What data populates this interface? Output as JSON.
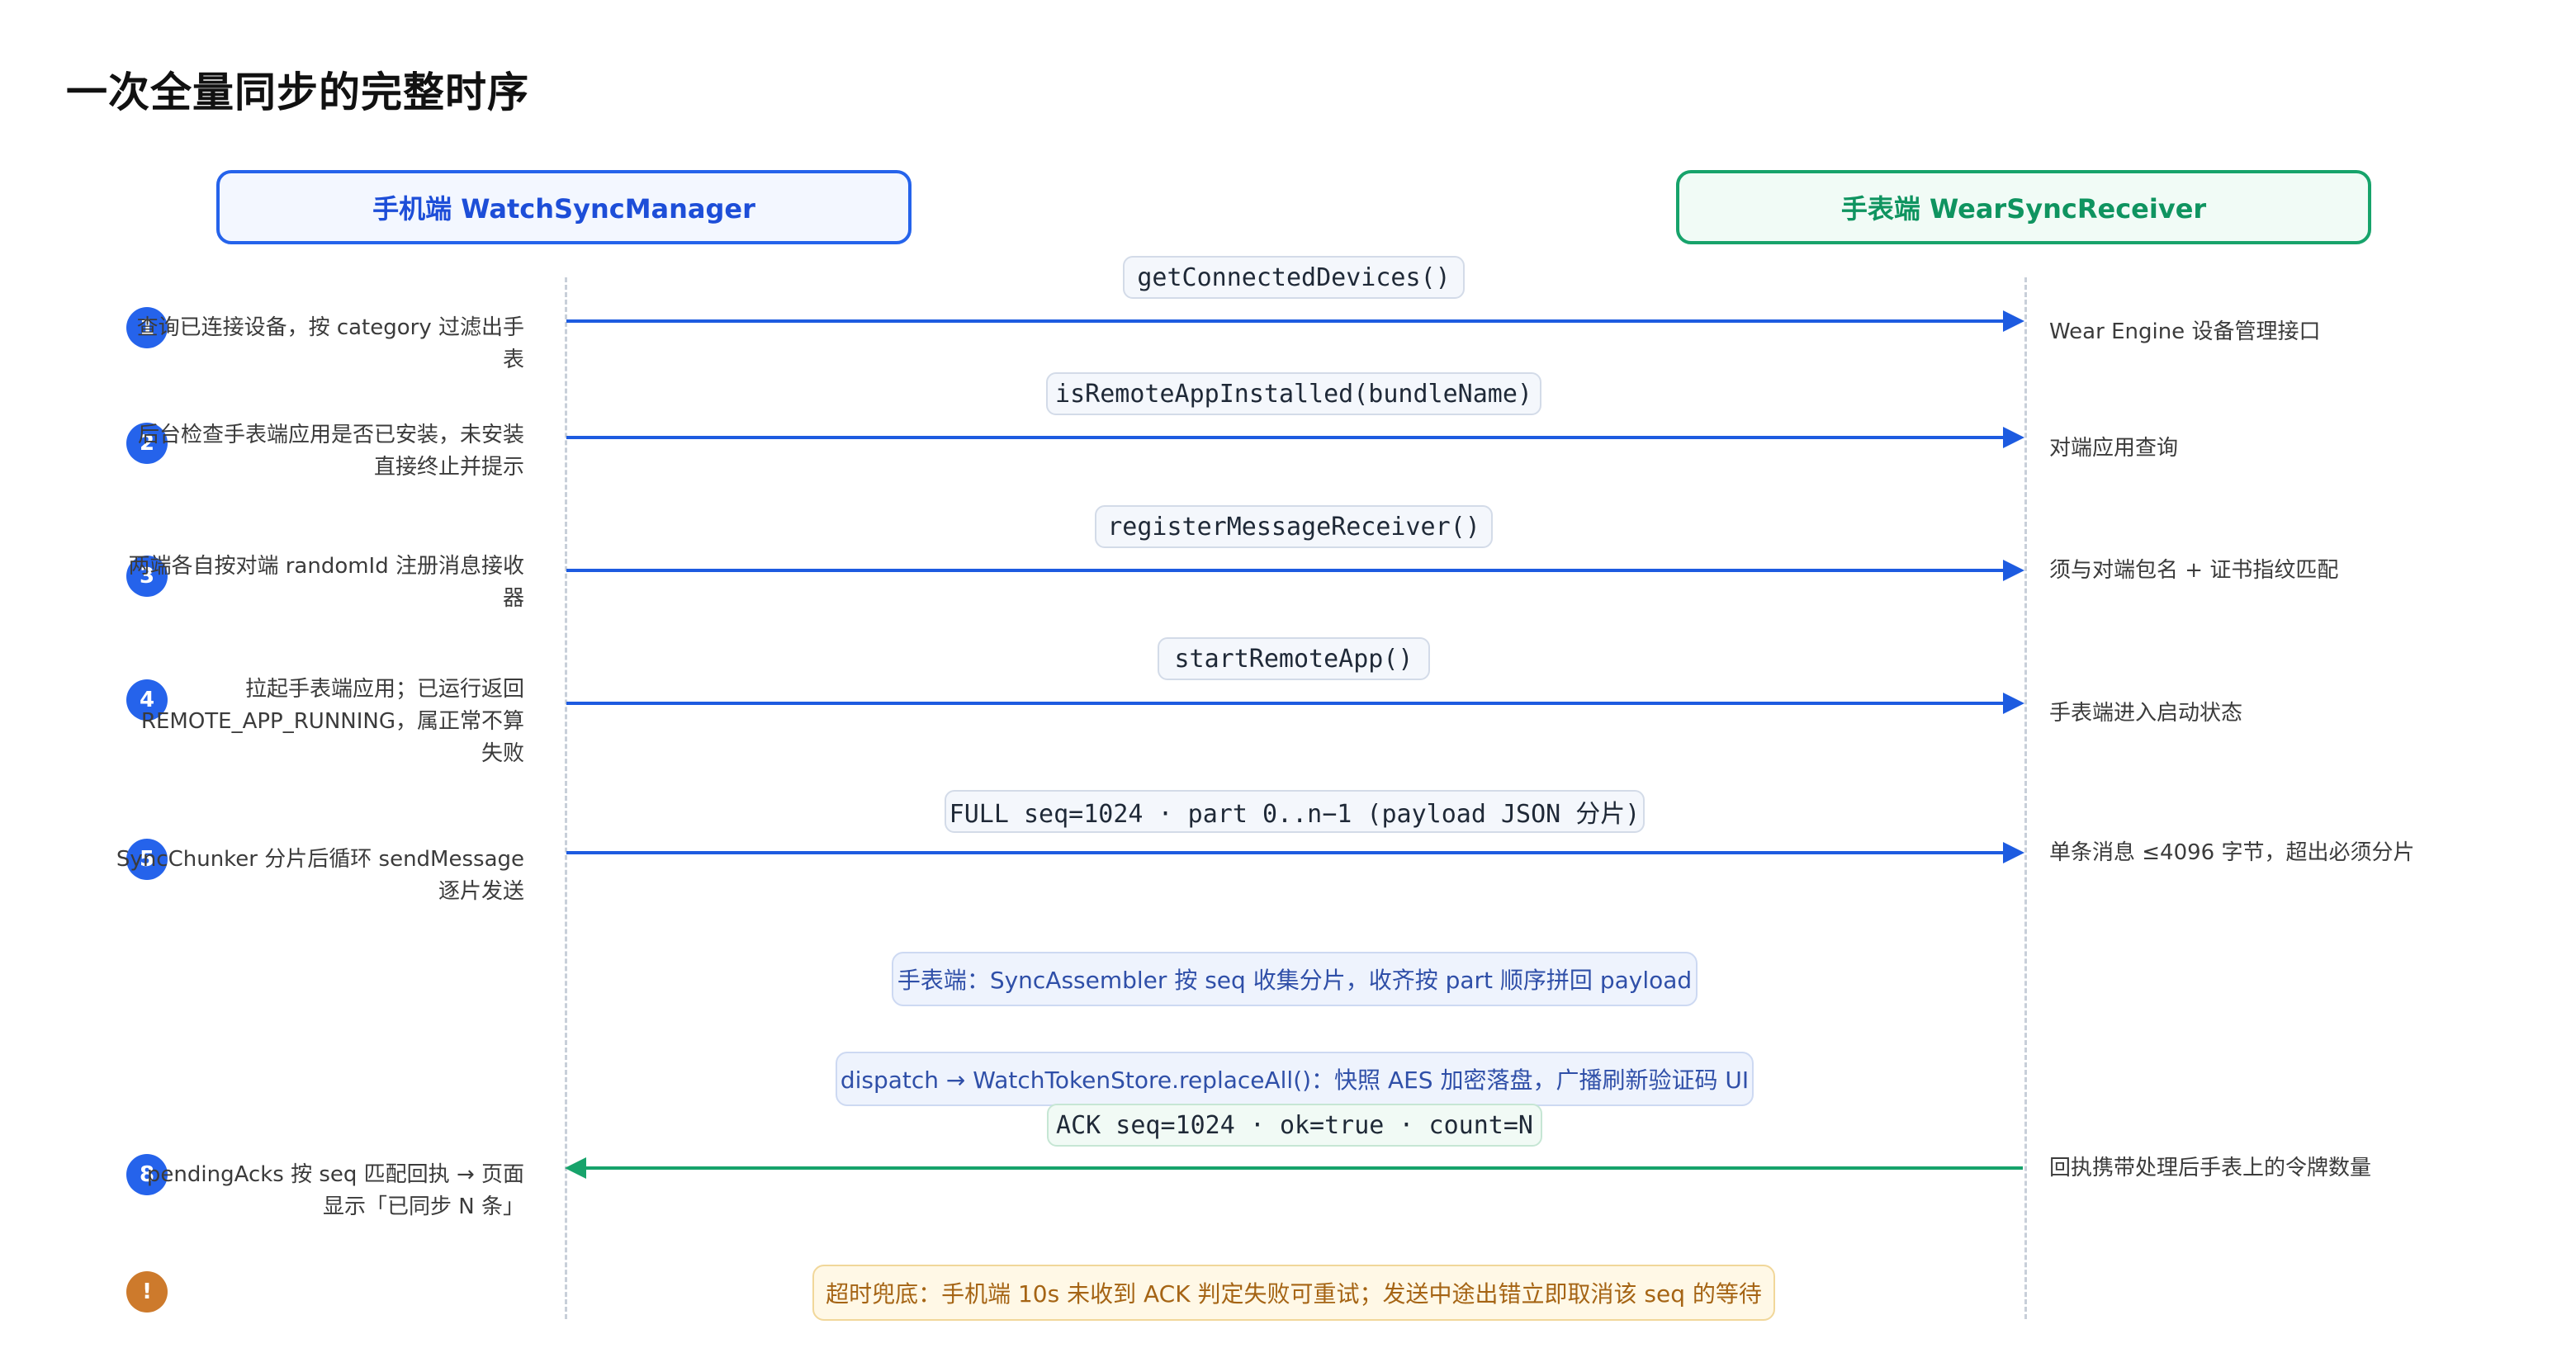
{
  "title": "一次全量同步的完整时序",
  "actors": {
    "phone": "手机端 WatchSyncManager",
    "watch": "手表端 WearSyncReceiver"
  },
  "colors": {
    "request": "#1d5be0",
    "response": "#17a36b",
    "warning": "#cd7a2c"
  },
  "steps": [
    {
      "badge": "1",
      "lines": [
        "查询已连接设备，按 category 过滤出手",
        "表"
      ],
      "message": "getConnectedDevices()",
      "note": "Wear Engine 设备管理接口",
      "direction": "phone-to-watch"
    },
    {
      "badge": "2",
      "lines": [
        "后台检查手表端应用是否已安装，未安装",
        "直接终止并提示"
      ],
      "message": "isRemoteAppInstalled(bundleName)",
      "note": "对端应用查询",
      "direction": "phone-to-watch"
    },
    {
      "badge": "3",
      "lines": [
        "两端各自按对端 randomId 注册消息接收",
        "器"
      ],
      "message": "registerMessageReceiver()",
      "note": "须与对端包名 + 证书指纹匹配",
      "direction": "phone-to-watch"
    },
    {
      "badge": "4",
      "lines": [
        "拉起手表端应用；已运行返回",
        "REMOTE_APP_RUNNING，属正常不算",
        "失败"
      ],
      "message": "startRemoteApp()",
      "note": "手表端进入启动状态",
      "direction": "phone-to-watch"
    },
    {
      "badge": "5",
      "lines": [
        "SyncChunker 分片后循环 sendMessage",
        "逐片发送"
      ],
      "message": "FULL seq=1024 · part 0..n−1 (payload JSON 分片)",
      "note": "单条消息 ≤4096 字节，超出必须分片",
      "direction": "phone-to-watch"
    },
    {
      "badge": "8",
      "lines": [
        "pendingAcks 按 seq 匹配回执 → 页面",
        "显示「已同步 N 条」"
      ],
      "message": "ACK seq=1024 · ok=true · count=N",
      "note": "回执携带处理后手表上的令牌数量",
      "direction": "watch-to-phone"
    }
  ],
  "center_notes": [
    "手表端：SyncAssembler 按 seq 收集分片，收齐按 part 顺序拼回 payload",
    "dispatch → WatchTokenStore.replaceAll()：快照 AES 加密落盘，广播刷新验证码 UI"
  ],
  "warning": {
    "badge": "!",
    "text": "超时兜底：手机端 10s 未收到 ACK 判定失败可重试；发送中途出错立即取消该 seq 的等待"
  }
}
